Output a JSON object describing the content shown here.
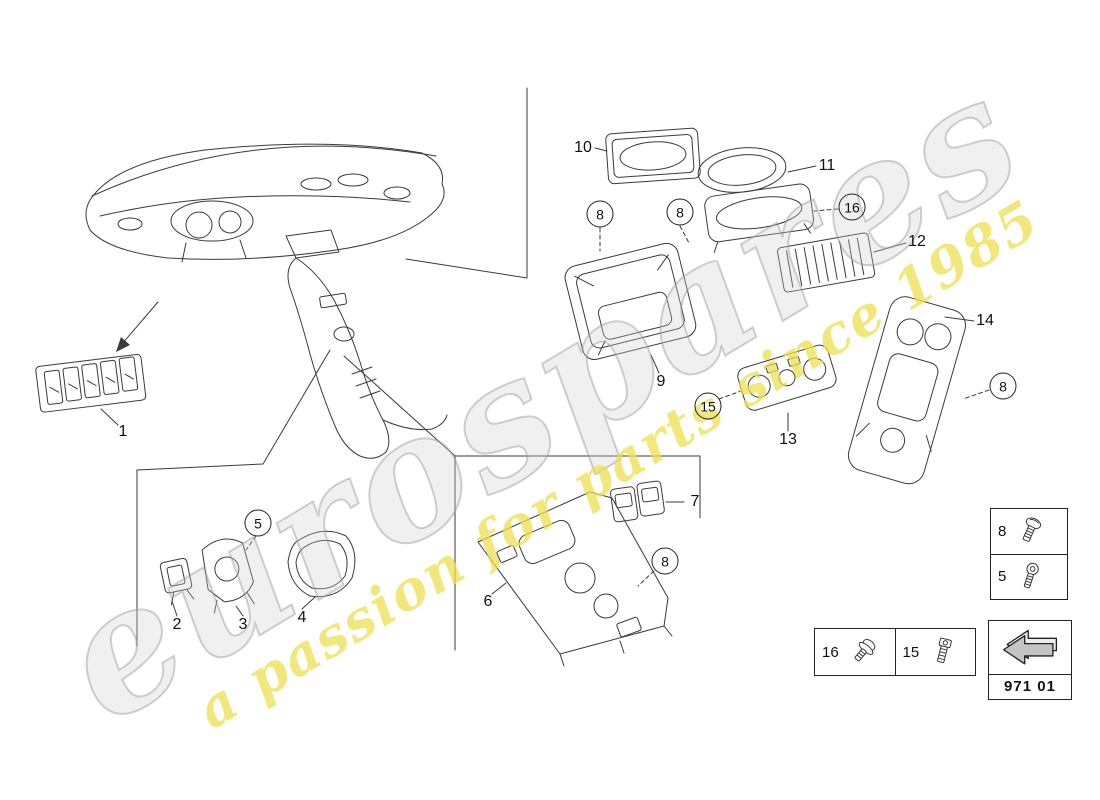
{
  "watermark": {
    "brand": "eurospares",
    "tagline": "a passion for parts since 1985"
  },
  "diagram": {
    "code": "971 01"
  },
  "callouts": [
    {
      "label": "1",
      "circled": false
    },
    {
      "label": "2",
      "circled": false
    },
    {
      "label": "3",
      "circled": false
    },
    {
      "label": "4",
      "circled": false
    },
    {
      "label": "5",
      "circled": true
    },
    {
      "label": "6",
      "circled": false
    },
    {
      "label": "7",
      "circled": false
    },
    {
      "label": "8",
      "circled": true
    },
    {
      "label": "8",
      "circled": true
    },
    {
      "label": "8",
      "circled": true
    },
    {
      "label": "8",
      "circled": true
    },
    {
      "label": "9",
      "circled": false
    },
    {
      "label": "10",
      "circled": false
    },
    {
      "label": "11",
      "circled": false
    },
    {
      "label": "12",
      "circled": false
    },
    {
      "label": "13",
      "circled": false
    },
    {
      "label": "14",
      "circled": false
    },
    {
      "label": "15",
      "circled": true
    },
    {
      "label": "16",
      "circled": true
    }
  ],
  "fastener_legend": {
    "right_box": [
      {
        "label": "8"
      },
      {
        "label": "5"
      }
    ],
    "bottom_box": [
      {
        "label": "16"
      },
      {
        "label": "15"
      }
    ]
  }
}
